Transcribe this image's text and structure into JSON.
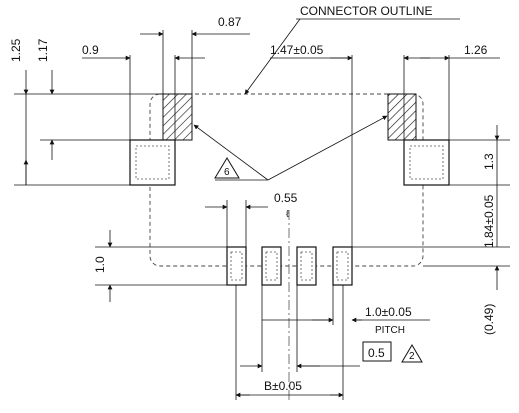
{
  "labels": {
    "connector_outline": "CONNECTOR OUTLINE",
    "dim_087": "0.87",
    "dim_09": "0.9",
    "dim_147": "1.47±0.05",
    "dim_126": "1.26",
    "dim_125": "1.25",
    "dim_117": "1.17",
    "dim_13": "1.3",
    "dim_184": "1.84±0.05",
    "dim_049": "(0.49)",
    "dim_055": "0.55",
    "dim_10": "1.0",
    "dim_pitch_value": "1.0±0.05",
    "pitch": "PITCH",
    "dim_05_boxed": "0.5",
    "dim_b": "B±0.05",
    "note_triangle_6": "6",
    "note_triangle_2": "2",
    "centerline": "ℓ"
  }
}
